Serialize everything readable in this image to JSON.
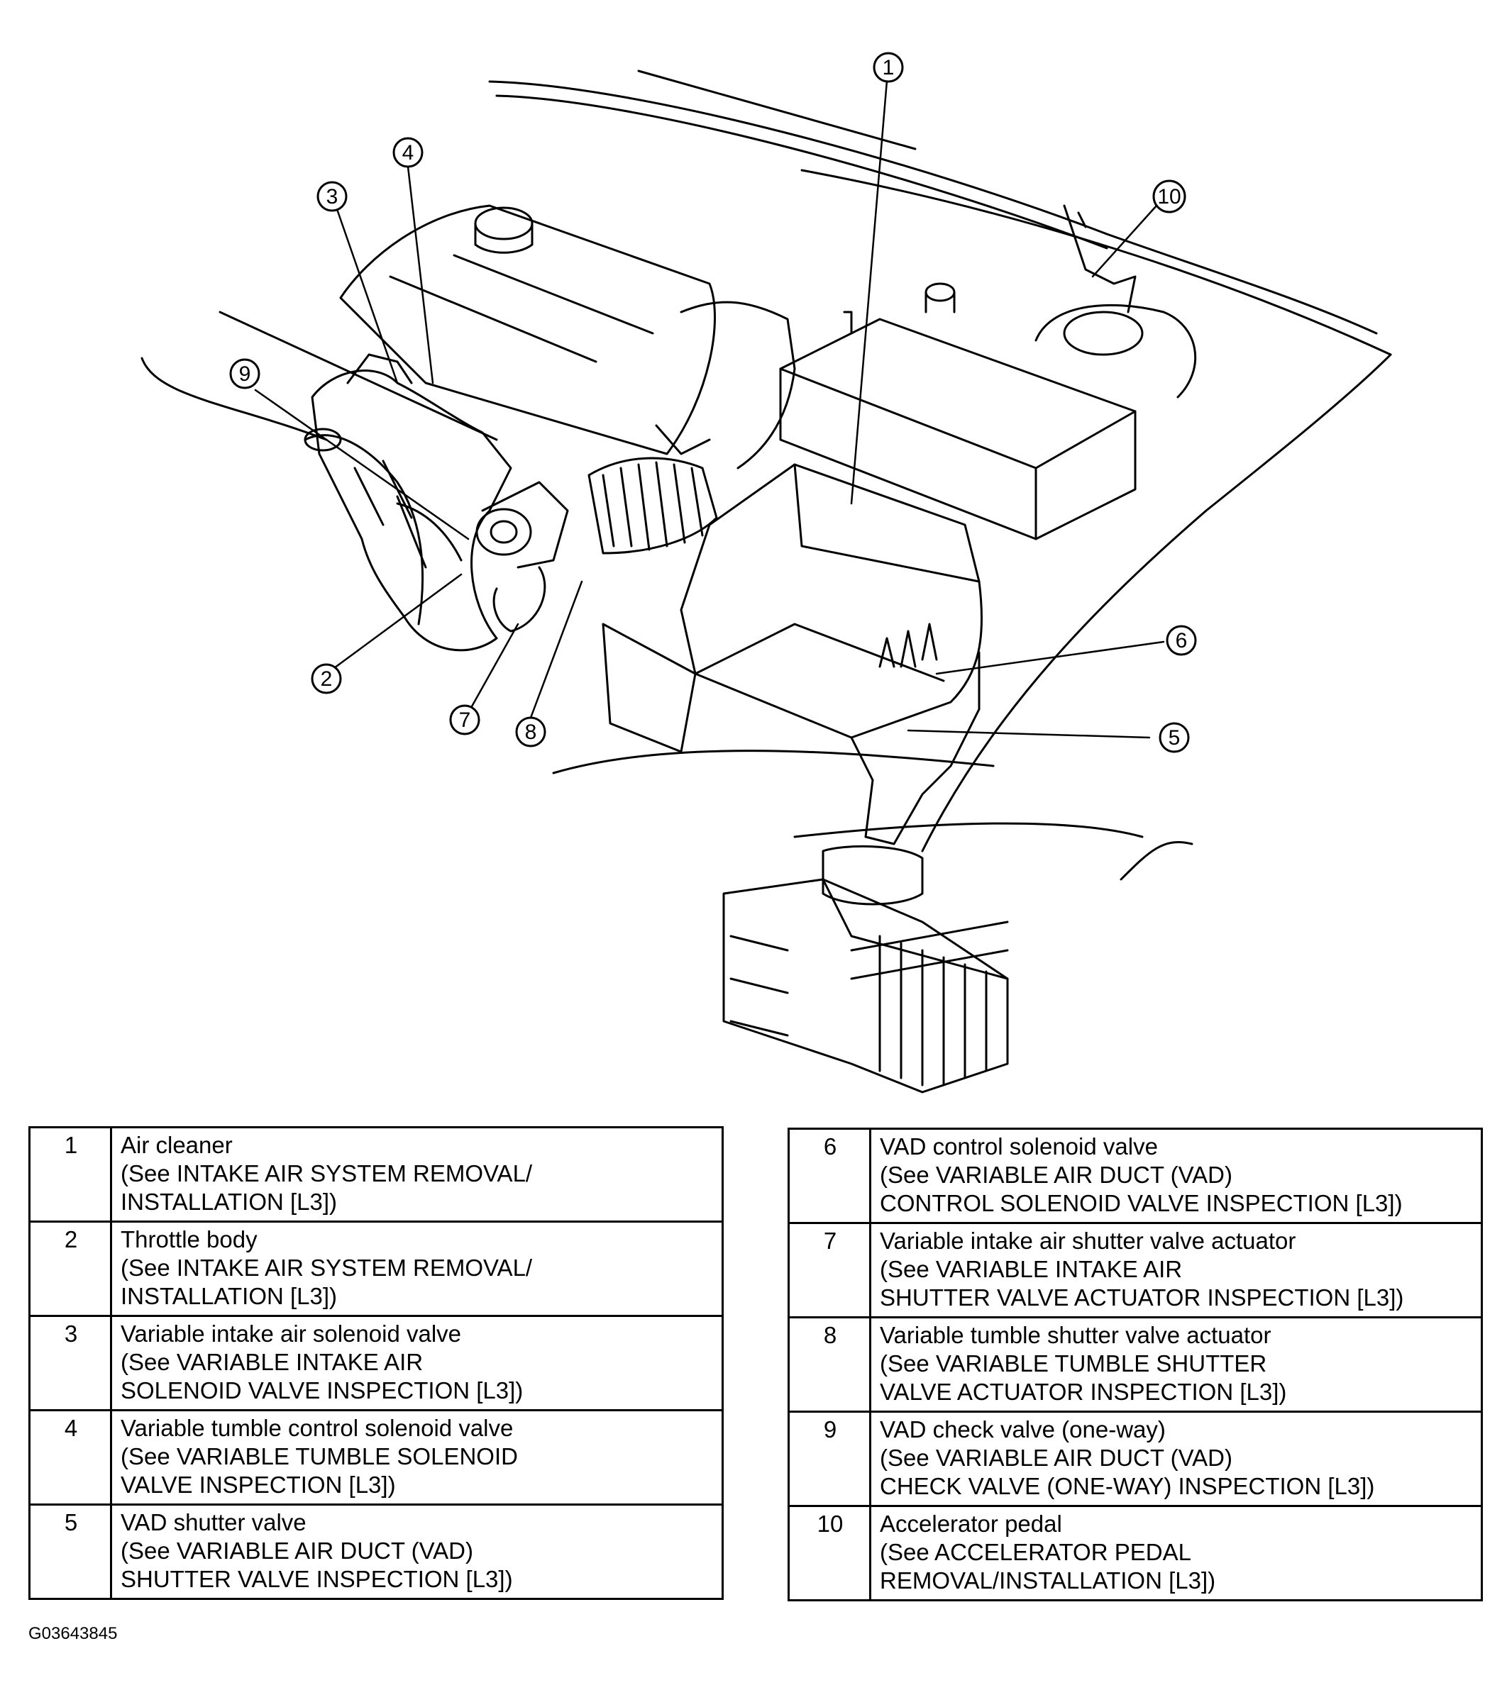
{
  "diagram": {
    "callouts": [
      "1",
      "2",
      "3",
      "4",
      "5",
      "6",
      "7",
      "8",
      "9",
      "10"
    ]
  },
  "legend": {
    "left": [
      {
        "num": "1",
        "text": "Air cleaner\n (See INTAKE AIR SYSTEM REMOVAL/\nINSTALLATION [L3])"
      },
      {
        "num": "2",
        "text": "Throttle body\n (See INTAKE AIR SYSTEM REMOVAL/\nINSTALLATION [L3])"
      },
      {
        "num": "3",
        "text": "Variable intake air solenoid valve\n (See VARIABLE INTAKE AIR\nSOLENOID VALVE INSPECTION [L3])"
      },
      {
        "num": "4",
        "text": "Variable tumble control solenoid valve\n (See VARIABLE TUMBLE SOLENOID\nVALVE INSPECTION [L3])"
      },
      {
        "num": "5",
        "text": "VAD shutter valve\n (See VARIABLE AIR DUCT (VAD)\nSHUTTER VALVE INSPECTION [L3])"
      }
    ],
    "right": [
      {
        "num": "6",
        "text": "VAD control solenoid valve\n (See VARIABLE AIR DUCT (VAD)\nCONTROL SOLENOID VALVE INSPECTION [L3])"
      },
      {
        "num": "7",
        "text": "Variable intake air shutter valve actuator\n (See VARIABLE INTAKE AIR\nSHUTTER VALVE ACTUATOR INSPECTION [L3])"
      },
      {
        "num": "8",
        "text": "Variable tumble shutter valve actuator\n (See VARIABLE TUMBLE SHUTTER\nVALVE ACTUATOR INSPECTION [L3])"
      },
      {
        "num": "9",
        "text": "VAD check valve (one-way)\n (See VARIABLE AIR DUCT (VAD)\nCHECK VALVE (ONE-WAY) INSPECTION [L3])"
      },
      {
        "num": "10",
        "text": "Accelerator pedal\n (See ACCELERATOR PEDAL\nREMOVAL/INSTALLATION [L3])"
      }
    ]
  },
  "figure_id": "G03643845"
}
